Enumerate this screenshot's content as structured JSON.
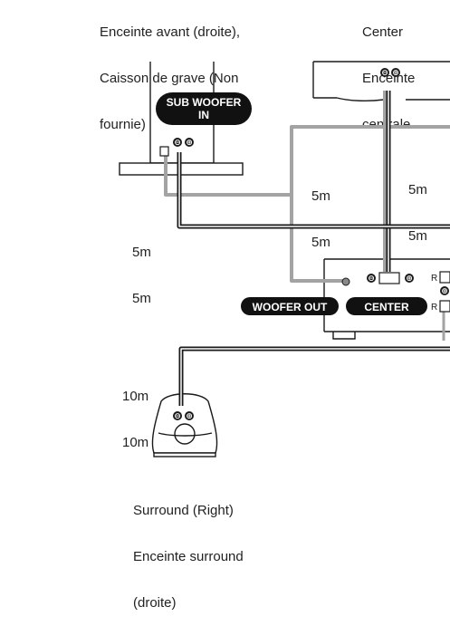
{
  "labels": {
    "front_right_line1": "Enceinte avant (droite),",
    "front_right_line2": "Caisson de grave (Non",
    "front_right_line3": "fournie)",
    "center_line1": "Center",
    "center_line2": "Enceinte",
    "center_line3": "centrale",
    "surround_line1": "Surround (Right)",
    "surround_line2": "Enceinte surround",
    "surround_line3": "(droite)"
  },
  "badges": {
    "sub_woofer_line1": "SUB WOOFER",
    "sub_woofer_line2": "IN",
    "woofer_out": "WOOFER OUT",
    "center": "CENTER"
  },
  "cable_lengths": {
    "sub_gray": "5m",
    "sub_black": "5m",
    "center_gray": "5m",
    "center_black": "5m",
    "front_gray": "5m",
    "front_black": "5m",
    "surround_gray": "10m",
    "surround_black": "10m"
  },
  "terminals": {
    "minus": "⊖",
    "plus": "⊕",
    "right_1": "R",
    "right_2": "R"
  },
  "colors": {
    "cable_gray": "#a3a3a3",
    "cable_black": "#1a1a1a",
    "badge_fill": "#111111",
    "line": "#1a1a1a"
  }
}
